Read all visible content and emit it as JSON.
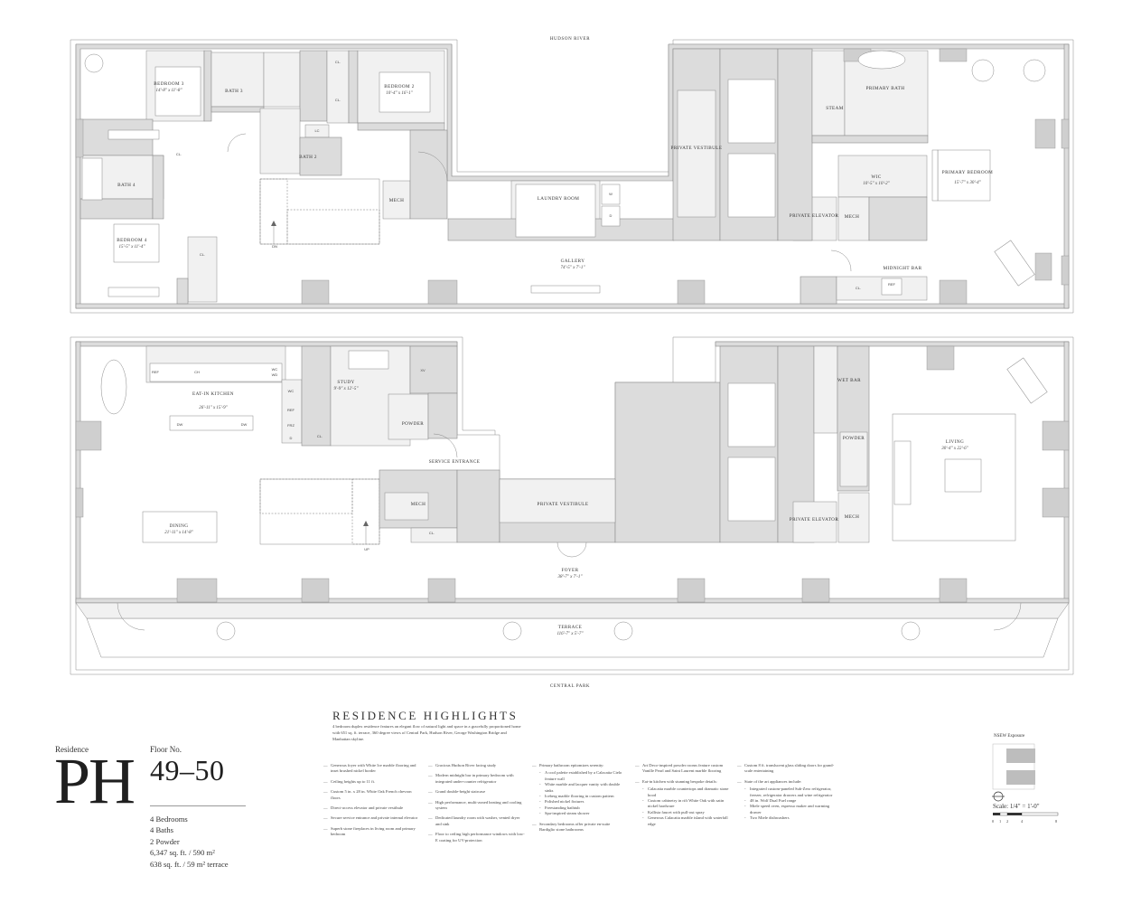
{
  "orientation": {
    "top": "HUDSON RIVER",
    "bottom": "CENTRAL PARK"
  },
  "upper_floor": {
    "rooms": [
      {
        "name": "BEDROOM 3",
        "dims": "14'-8\" x 11'-8\""
      },
      {
        "name": "BATH 3"
      },
      {
        "name": "BEDROOM 2",
        "dims": "10'-4\" x 16'-1\""
      },
      {
        "name": "BATH 4"
      },
      {
        "name": "BEDROOM 4",
        "dims": "15'-5\" x 11'-4\""
      },
      {
        "name": "BATH 2"
      },
      {
        "name": "MECH"
      },
      {
        "name": "LAUNDRY ROOM"
      },
      {
        "name": "GALLERY",
        "dims": "74'-5\" x 7'-1\""
      },
      {
        "name": "PRIVATE VESTIBULE"
      },
      {
        "name": "PRIMARY BATH"
      },
      {
        "name": "STEAM"
      },
      {
        "name": "WIC",
        "dims": "10'-5\" x 10'-2\""
      },
      {
        "name": "PRIMARY BEDROOM",
        "dims": "15'-7\" x 30'-4\""
      },
      {
        "name": "PRIVATE ELEVATOR"
      },
      {
        "name": "MECH"
      },
      {
        "name": "MIDNIGHT BAR"
      }
    ],
    "labels": {
      "cl": "CL.",
      "lc": "LC",
      "dn": "DN",
      "w": "W",
      "d": "D",
      "ref": "REF"
    }
  },
  "lower_floor": {
    "rooms": [
      {
        "name": "EAT-IN KITCHEN",
        "dims": "26'-11\" x 15'-9\""
      },
      {
        "name": "STUDY",
        "dims": "9'-9\" x 12'-5\""
      },
      {
        "name": "POWDER"
      },
      {
        "name": "SERVICE ENTRANCE"
      },
      {
        "name": "MECH"
      },
      {
        "name": "DINING",
        "dims": "21'-11\" x 14'-8\""
      },
      {
        "name": "PRIVATE VESTIBULE"
      },
      {
        "name": "FOYER",
        "dims": "38'-7\" x 7'-1\""
      },
      {
        "name": "WET BAR"
      },
      {
        "name": "POWDER"
      },
      {
        "name": "LIVING",
        "dims": "30'-4\" x 22'-6\""
      },
      {
        "name": "PRIVATE ELEVATOR"
      },
      {
        "name": "MECH"
      },
      {
        "name": "TERRACE",
        "dims": "116'-7\" x 5'-7\""
      }
    ],
    "appliances": {
      "ref": "REF",
      "ch": "CH",
      "wc": "WC",
      "wd": "WD",
      "dw": "DW",
      "fr": "FRZ",
      "d": "D",
      "xv": "XV",
      "cl": "CL.",
      "up": "UP"
    }
  },
  "residence": {
    "label": "Residence",
    "name": "PH",
    "floor_label": "Floor No.",
    "floor_no": "49–50",
    "bedrooms": "4 Bedrooms",
    "baths": "4 Baths",
    "powder": "2 Powder",
    "area": "6,347 sq. ft. / 590 m²",
    "terrace": "638 sq. ft. / 59 m² terrace"
  },
  "highlights": {
    "title": "RESIDENCE HIGHLIGHTS",
    "intro": "4 bedroom duplex residence features an elegant flow of natural light and space in a gracefully proportioned home with 651 sq. ft. terrace, 360 degree views of Central Park, Hudson River, George Washington Bridge and Manhattan skyline.",
    "col1": [
      "Generous foyer with White Ice marble flooring and inset brushed nickel border",
      "Ceiling heights up to 11 ft.",
      "Custom 5 in. x 28 in. White Oak French chevron floors",
      "Direct-access elevator and private vestibule",
      "Secure service entrance and private internal elevator",
      "Superb stone fireplaces in living room and primary bedroom"
    ],
    "col2": [
      "Gracious Hudson River facing study",
      "Modern midnight bar in primary bedroom with integrated under-counter refrigerator",
      "Grand double-height staircase",
      "High performance, multi-zoned heating and cooling system",
      "Dedicated laundry room with washer, vented dryer and sink",
      "Floor to ceiling high performance windows with low-E coating for UV-protection"
    ],
    "col3_head": "Primary bathroom epitomizes serenity:",
    "col3_sub": [
      "A cool palette established by a Calacatta Cielo feature wall",
      "White marble and lacquer vanity with double sinks",
      "Iceberg marble flooring in custom pattern",
      "Polished nickel fixtures",
      "Freestanding bathtub",
      "Spa-inspired steam shower"
    ],
    "col3_tail": "Secondary bedrooms offer private en-suite Bardiglio stone bathrooms",
    "col4_head1": "Art Deco-inspired powder rooms feature custom Vanille Pearl and Saint Laurent marble flooring",
    "col4_head2": "Eat-in kitchen with stunning bespoke details:",
    "col4_sub": [
      "Calacatta marble countertops and dramatic stone hood",
      "Custom cabinetry in rift White Oak with satin nickel hardware",
      "Kallista faucet with pull-out spray",
      "Generous Calacatta marble island with waterfall edge"
    ],
    "col5_head0": "Custom 8 ft. translucent glass sliding doors for grand-scale entertaining",
    "col5_head": "State of the art appliances include:",
    "col5_sub": [
      "Integrated custom-paneled Sub-Zero refrigerator, freezer, refrigerator drawers and wine refrigerator",
      "48 in. Wolf Dual Fuel range",
      "Miele speed oven, espresso maker and warming drawer",
      "Two Miele dishwashers"
    ]
  },
  "exposure_label": "NSEW Exposure",
  "scale": {
    "label": "Scale: 1/4\" = 1'-0\"",
    "ticks": [
      "0",
      "1",
      "2",
      "4",
      "8"
    ]
  },
  "colors": {
    "wall": "#dcdcdc",
    "room": "#f1f1f1",
    "line": "#8a8a8a"
  }
}
